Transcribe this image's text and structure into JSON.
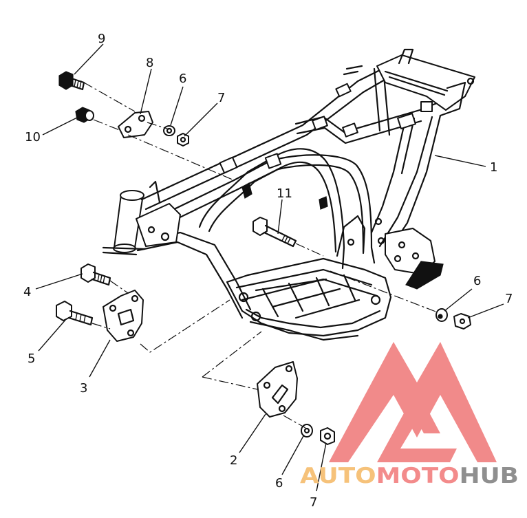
{
  "diagram": {
    "callouts": [
      {
        "id": "c1",
        "label": "1"
      },
      {
        "id": "c2",
        "label": "2"
      },
      {
        "id": "c3",
        "label": "3"
      },
      {
        "id": "c4",
        "label": "4"
      },
      {
        "id": "c5",
        "label": "5"
      },
      {
        "id": "c6a",
        "label": "6"
      },
      {
        "id": "c6b",
        "label": "6"
      },
      {
        "id": "c6c",
        "label": "6"
      },
      {
        "id": "c7a",
        "label": "7"
      },
      {
        "id": "c7b",
        "label": "7"
      },
      {
        "id": "c7c",
        "label": "7"
      },
      {
        "id": "c8",
        "label": "8"
      },
      {
        "id": "c9",
        "label": "9"
      },
      {
        "id": "c10",
        "label": "10"
      },
      {
        "id": "c11",
        "label": "11"
      }
    ]
  },
  "watermark": {
    "word_1": "AUTO",
    "word_2": "MOTO",
    "word_3": "HUB",
    "colors": {
      "auto": "#f6c27a",
      "moto": "#f38b8b",
      "hub": "#8f8f8f",
      "logo": "#f07d7d"
    }
  }
}
